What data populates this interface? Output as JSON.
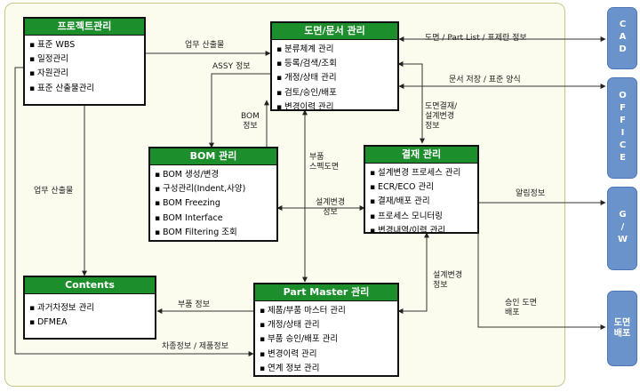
{
  "boxes": {
    "project": {
      "title": "프로젝트관리",
      "items": [
        "표준 WBS",
        "일정관리",
        "자원관리",
        "표준 산출물관리"
      ]
    },
    "drawing": {
      "title": "도면/문서 관리",
      "items": [
        "분류체계 관리",
        "등록/검색/조회",
        "개정/상태 관리",
        "검토/승인/배포",
        "변경이력 관리"
      ]
    },
    "bom": {
      "title": "BOM 관리",
      "items": [
        "BOM 생성/변경",
        "구성관리(Indent,사양)",
        "BOM Freezing",
        "BOM Interface",
        "BOM Filtering 조회"
      ]
    },
    "approval": {
      "title": "결재 관리",
      "items": [
        "설계변경 프로세스 관리",
        "ECR/ECO 관리",
        "결재/배포 관리",
        "프로세스 모니터링",
        "변경내역/이력 관리"
      ]
    },
    "contents": {
      "title": "Contents",
      "items": [
        "과거차정보 관리",
        "DFMEA"
      ]
    },
    "partmaster": {
      "title": "Part Master 관리",
      "items": [
        "제품/부품 마스터 관리",
        "개정/상태 관리",
        "부품 승인/배포 관리",
        "변경이력 관리",
        "연계 정보 관리"
      ]
    }
  },
  "labels": {
    "work_output_top": "업무 산출물",
    "assy_info": "ASSY 정보",
    "bom_info_1": "BOM",
    "bom_info_2": "정보",
    "part_spec_1": "부품",
    "part_spec_2": "스펙도면",
    "work_output_left": "업무 산출물",
    "design_change_1": "설계변경",
    "design_change_2": "정보",
    "drawing_approval_1": "도면결재/",
    "drawing_approval_2": "설계변경",
    "drawing_approval_3": "정보",
    "cad_flow": "도면 / Part List / 표제란 정보",
    "office_flow": "문서 저장 / 표준 양식",
    "notify": "알림정보",
    "design_change_b_1": "설계변경",
    "design_change_b_2": "정보",
    "approved_drawing_1": "승인 도면",
    "approved_drawing_2": "배포",
    "part_info": "부품 정보",
    "vehicle_info": "차종정보 / 제품정보"
  },
  "external": {
    "cad": "CAD",
    "office": "OFFICE",
    "gw": "G/W",
    "dist_1": "도면",
    "dist_2": "배포"
  }
}
